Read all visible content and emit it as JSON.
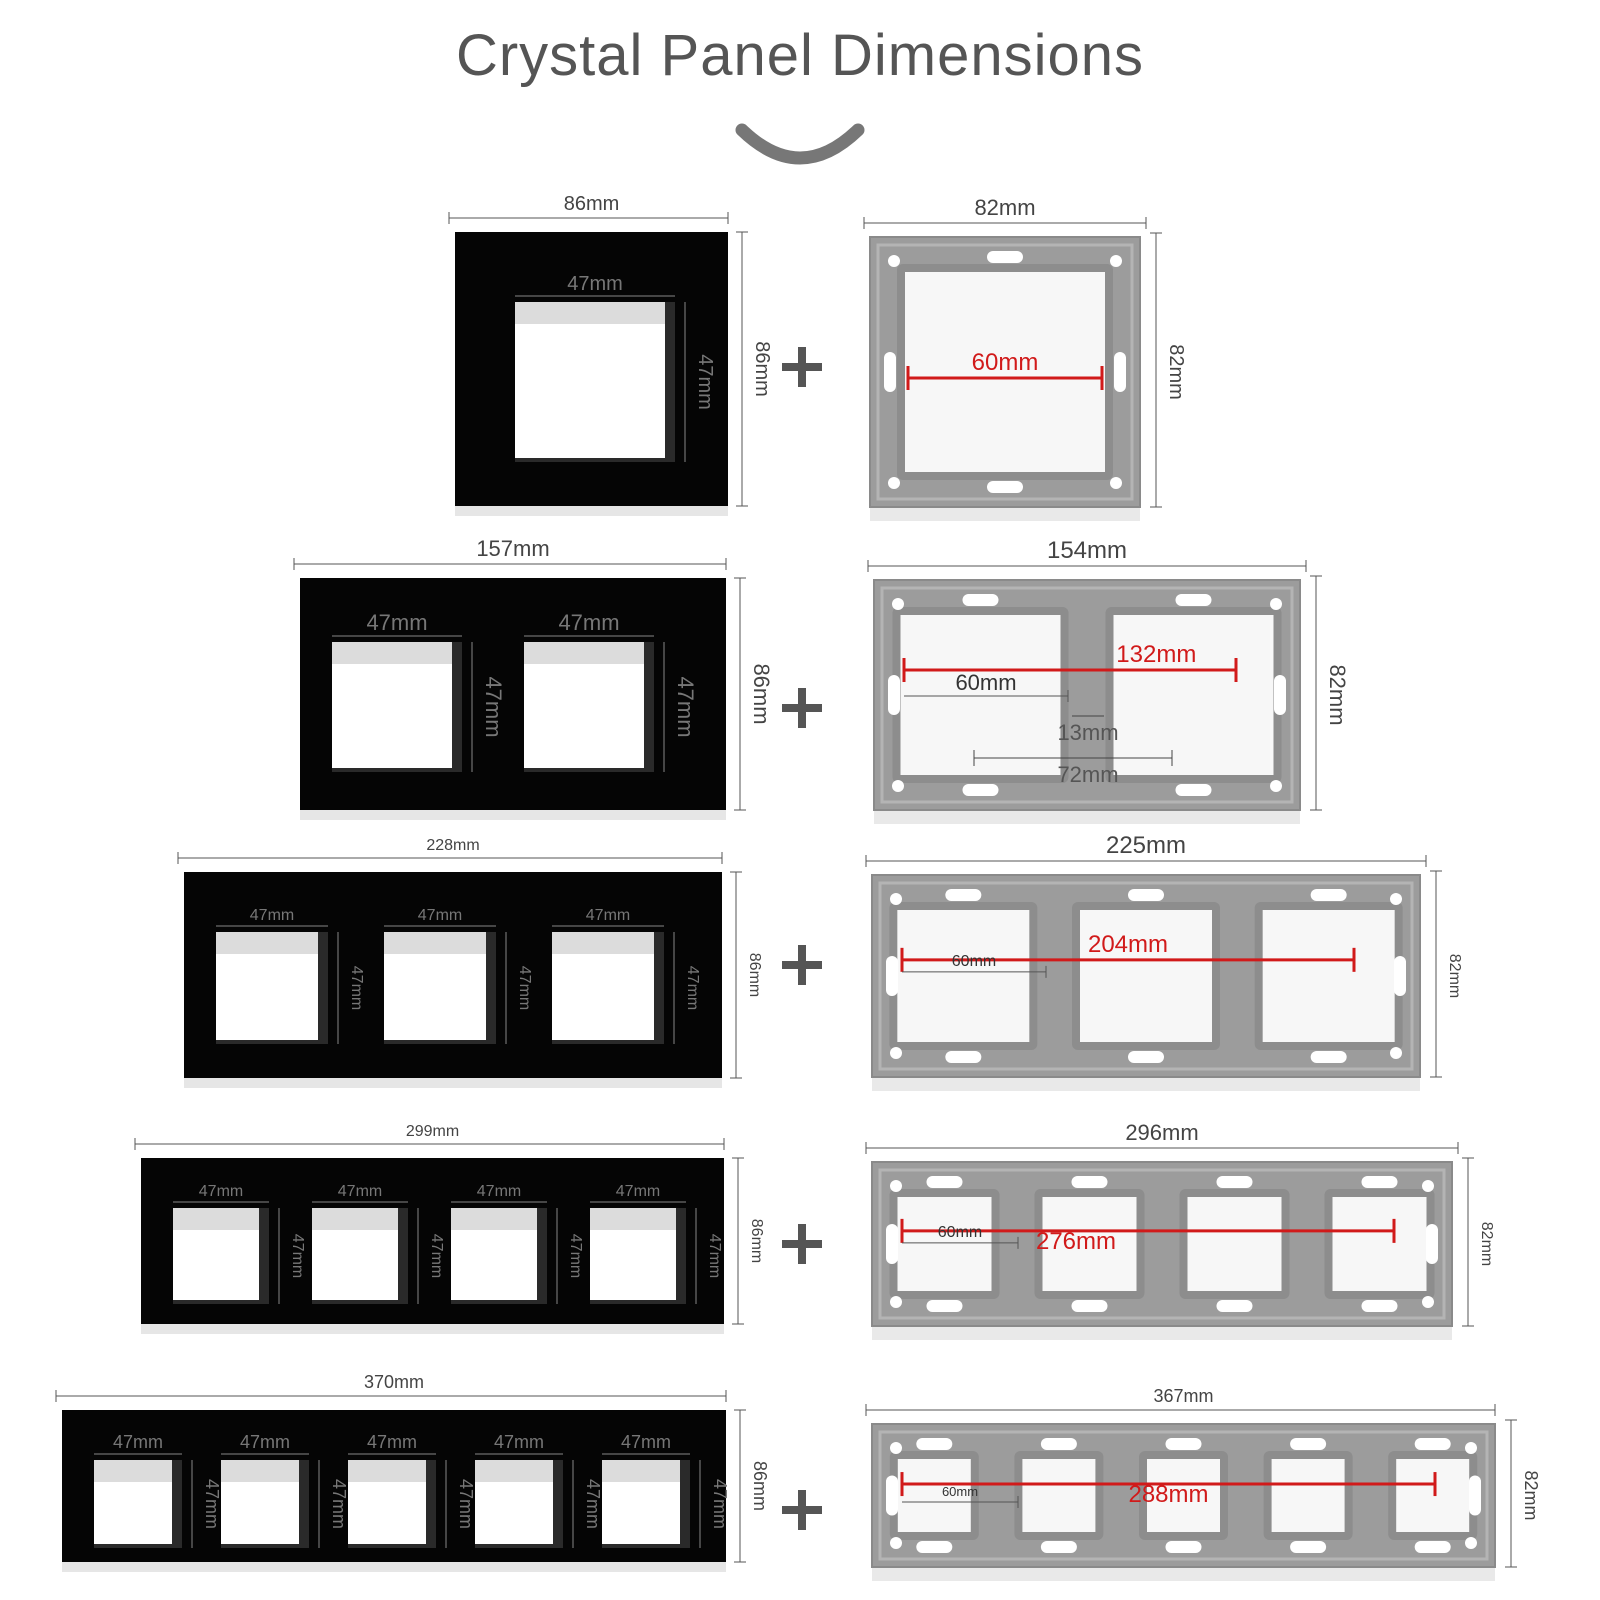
{
  "title": "Crystal Panel Dimensions",
  "colors": {
    "title": "#555555",
    "panel": "#050505",
    "frame": "#9c9c9c",
    "frame_slot": "#f7f7f7",
    "dim_line": "#555555",
    "red": "#d11a1a"
  },
  "icons": {
    "arc": "curved-arc-icon",
    "plus": "plus-icon"
  },
  "rows": [
    {
      "gang": 1,
      "panel": {
        "width": "86mm",
        "height": "86mm",
        "openings": [
          "47mm"
        ],
        "opening_height": "47mm"
      },
      "frame": {
        "width": "82mm",
        "height": "82mm",
        "span": "60mm"
      }
    },
    {
      "gang": 2,
      "panel": {
        "width": "157mm",
        "height": "86mm",
        "openings": [
          "47mm",
          "47mm"
        ],
        "opening_height": "47mm"
      },
      "frame": {
        "width": "154mm",
        "height": "82mm",
        "span": "132mm",
        "slot": "60mm",
        "gap": "13mm",
        "pitch": "72mm"
      }
    },
    {
      "gang": 3,
      "panel": {
        "width": "228mm",
        "height": "86mm",
        "openings": [
          "47mm",
          "47mm",
          "47mm"
        ],
        "opening_height": "47mm"
      },
      "frame": {
        "width": "225mm",
        "height": "82mm",
        "span": "204mm",
        "slot": "60mm"
      }
    },
    {
      "gang": 4,
      "panel": {
        "width": "299mm",
        "height": "86mm",
        "openings": [
          "47mm",
          "47mm",
          "47mm",
          "47mm"
        ],
        "opening_height": "47mm"
      },
      "frame": {
        "width": "296mm",
        "height": "82mm",
        "span": "276mm",
        "slot": "60mm"
      }
    },
    {
      "gang": 5,
      "panel": {
        "width": "370mm",
        "height": "86mm",
        "openings": [
          "47mm",
          "47mm",
          "47mm",
          "47mm",
          "47mm"
        ],
        "opening_height": "47mm"
      },
      "frame": {
        "width": "367mm",
        "height": "82mm",
        "span": "288mm",
        "slot": "60mm"
      }
    }
  ]
}
